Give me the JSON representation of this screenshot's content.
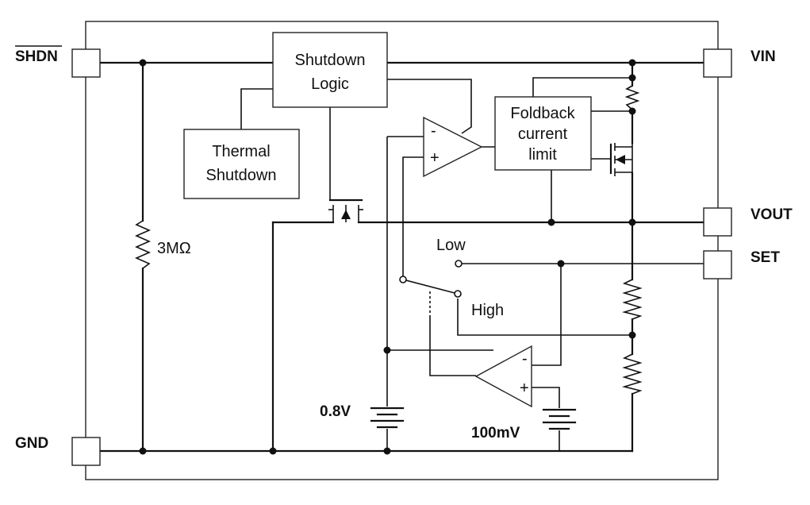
{
  "pins": {
    "shdn": "SHDN",
    "gnd": "GND",
    "vin": "VIN",
    "vout": "VOUT",
    "set": "SET"
  },
  "blocks": {
    "shutdown_logic": [
      "Shutdown",
      "Logic"
    ],
    "thermal_shutdown": [
      "Thermal",
      "Shutdown"
    ],
    "foldback": [
      "Foldback",
      "current",
      "limit"
    ]
  },
  "components": {
    "pulldown_resistor": "3MΩ",
    "reference_voltage": "0.8V",
    "offset_voltage": "100mV",
    "switch_low": "Low",
    "switch_high": "High",
    "opamp_minus": "-",
    "opamp_plus": "+"
  }
}
